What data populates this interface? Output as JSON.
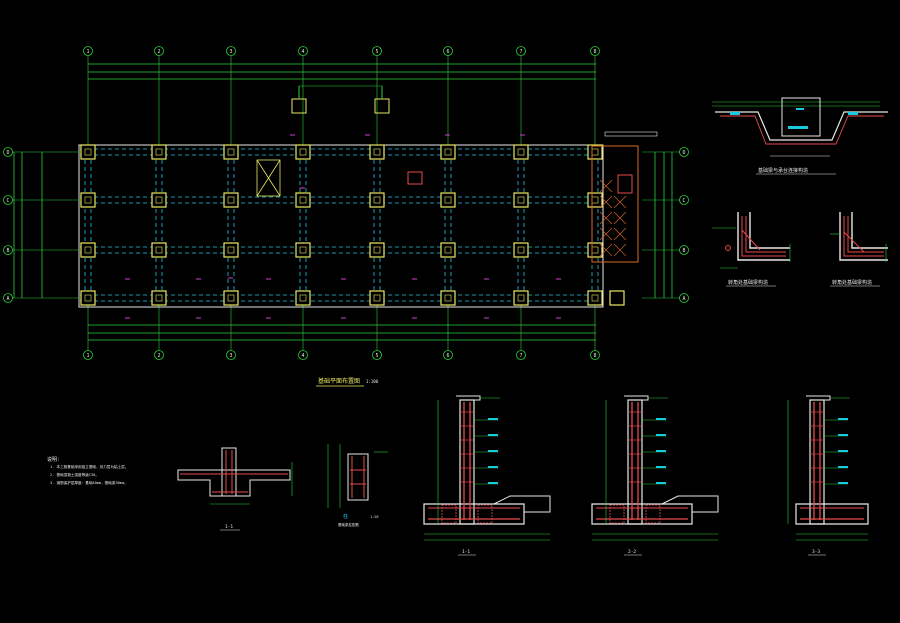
{
  "colors": {
    "background": "#000000",
    "grid_axis": "#2bd13a",
    "column": "#e8e860",
    "beam": "#19c9e0",
    "section": "#e84a4a",
    "dimension": "#2bd13a",
    "note": "#e8e8e8",
    "magenta": "#d03cd0",
    "hatch": "#d86a28"
  },
  "plan": {
    "top_axes": [
      "1",
      "2",
      "3",
      "4",
      "5",
      "6",
      "7",
      "8"
    ],
    "bottom_axes": [
      "1",
      "2",
      "3",
      "4",
      "5",
      "6",
      "7",
      "8"
    ],
    "left_axes": [
      "D",
      "C",
      "B",
      "A"
    ],
    "right_axes": [
      "D",
      "C",
      "B",
      "A"
    ],
    "title": "基础平面布置图",
    "scale": "1:100"
  },
  "details": {
    "d1_title": "基础梁与承台连接构造",
    "d2_title": "转角处基础梁构造",
    "d3_title": "转角处基础梁构造"
  },
  "notes": {
    "heading": "说明：",
    "lines": [
      "1. 本工程基础采用独立基础，持力层为粘土层。",
      "2. 基础混凝土强度等级C30。",
      "3. 钢筋保护层厚度：基础40mm，基础梁30mm。"
    ]
  },
  "sections": {
    "s1_label": "1-1",
    "s2_label": "2-2",
    "s3_label": "1-1",
    "s4_label": "2-2",
    "s5_label": "3-3",
    "col_title": "柱",
    "col_scale": "1:20",
    "col_note": "基础梁柱配筋"
  }
}
